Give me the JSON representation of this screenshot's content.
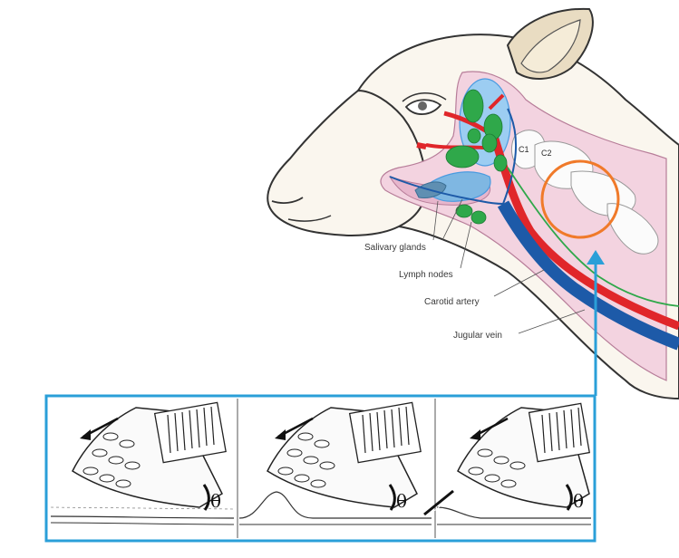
{
  "labels": {
    "salivary_glands": "Salivary glands",
    "lymph_nodes": "Lymph nodes",
    "carotid_artery": "Carotid artery",
    "jugular_vein": "Jugular vein",
    "vertebra_c1": "C1",
    "vertebra_c2": "C2",
    "angle_symbol": "θ"
  },
  "colors": {
    "artery": "#e0262a",
    "vein": "#1d5aa8",
    "gland": "#4a9be0",
    "lymph": "#2fa84a",
    "highlight_circle": "#f07a2a",
    "inset_frame": "#2a9fd8",
    "neck_tissue": "#f3d3e0",
    "wool": "#faf6ee"
  },
  "icons": {
    "direction_arrow": "arrow-down-left-icon",
    "clipper_comb": "shearing-comb-icon",
    "cutter": "shearing-cutter-icon"
  },
  "inset": {
    "panel_count": 3
  }
}
